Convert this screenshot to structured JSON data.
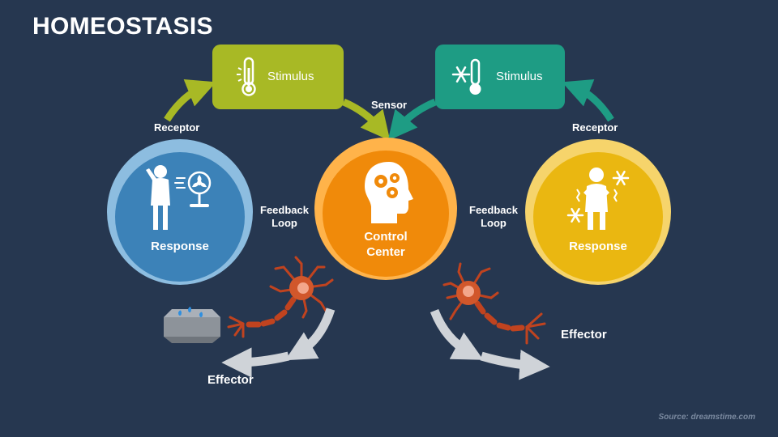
{
  "title": "HOMEOSTASIS",
  "left": {
    "stimulus": "Stimulus",
    "receptor": "Receptor",
    "response": "Response",
    "feedback_line1": "Feedback",
    "feedback_line2": "Loop",
    "effector": "Effector"
  },
  "center": {
    "sensor": "Sensor",
    "control_line1": "Control",
    "control_line2": "Center"
  },
  "right": {
    "stimulus": "Stimulus",
    "receptor": "Receptor",
    "response": "Response",
    "feedback_line1": "Feedback",
    "feedback_line2": "Loop",
    "effector": "Effector"
  },
  "source": "Source: dreamstime.com",
  "colors": {
    "background": "#263750",
    "stimulus_left": "#a8b925",
    "stimulus_right": "#1e9c84",
    "response_left": "#3c82b8",
    "control_center": "#f08a0a",
    "response_right": "#eab711"
  },
  "icons": [
    "hot-thermometer-icon",
    "cold-thermometer-icon",
    "fan-person-icon",
    "brain-gears-icon",
    "shivering-person-icon",
    "neuron-icon",
    "skin-tissue-icon"
  ]
}
